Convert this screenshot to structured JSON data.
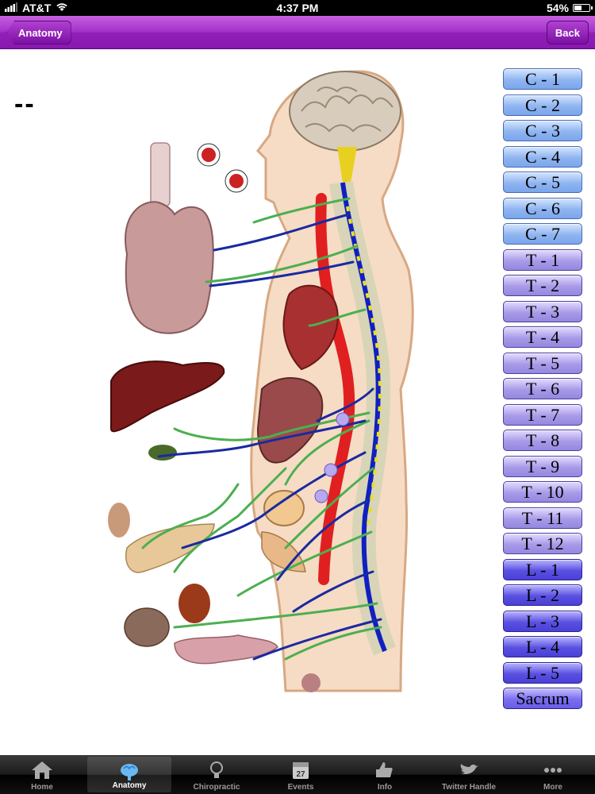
{
  "status": {
    "carrier": "AT&T",
    "time": "4:37 PM",
    "battery": "54%",
    "battery_level": 0.54
  },
  "nav": {
    "back_label": "Anatomy",
    "right_label": "Back"
  },
  "indicator": "--",
  "vertebrae": [
    "C - 1",
    "C - 2",
    "C - 3",
    "C - 4",
    "C - 5",
    "C - 6",
    "C - 7",
    "T - 1",
    "T - 2",
    "T - 3",
    "T - 4",
    "T - 5",
    "T - 6",
    "T - 7",
    "T - 8",
    "T - 9",
    "T - 10",
    "T - 11",
    "T - 12",
    "L - 1",
    "L - 2",
    "L - 3",
    "L - 4",
    "L - 5",
    "Sacrum"
  ],
  "tabs": [
    {
      "label": "Home",
      "icon": "home-icon"
    },
    {
      "label": "Anatomy",
      "icon": "brain-icon",
      "active": true
    },
    {
      "label": "Chiropractic",
      "icon": "lightbulb-icon"
    },
    {
      "label": "Events",
      "icon": "calendar-icon"
    },
    {
      "label": "Info",
      "icon": "thumbs-up-icon"
    },
    {
      "label": "Twitter Handle",
      "icon": "bird-icon"
    },
    {
      "label": "More",
      "icon": "more-icon"
    }
  ],
  "calendar_day": "27",
  "colors": {
    "nav": "#a030c8",
    "cervical": "#8fb4f0",
    "thoracic": "#a89ae8",
    "lumbar": "#5a50e0",
    "nerve_green": "#4caf50",
    "nerve_blue": "#1a2aa0",
    "aorta": "#e02020"
  }
}
